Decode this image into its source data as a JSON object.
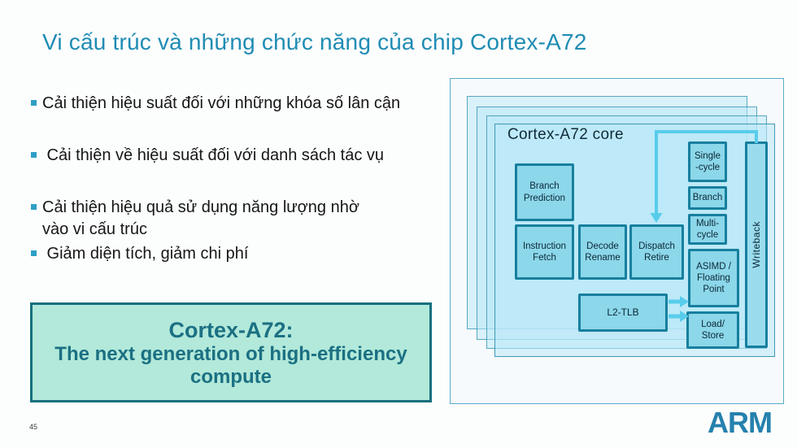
{
  "slide": {
    "title": "Vi cấu trúc và những chức năng của chip Cortex-A72",
    "bullets": [
      "Cải thiện hiệu suất đối với những khóa số lân cận",
      " Cải thiện về hiệu suất đối với danh sách tác vụ",
      "Cải thiện  hiệu quả sử dụng năng lượng nhờ vào vi cấu trúc",
      " Giảm diện tích, giảm chi phí"
    ],
    "highlight_box": {
      "heading": "Cortex-A72:",
      "body": "The next generation of high-efficiency\ncompute"
    },
    "page_number": "45",
    "logo": "ARM"
  },
  "diagram": {
    "core_label": "Cortex-A72 core",
    "blocks": {
      "branch_prediction": "Branch\nPrediction",
      "instruction_fetch": "Instruction\nFetch",
      "decode_rename": "Decode\nRename",
      "dispatch_retire": "Dispatch\nRetire",
      "single_cycle": "Single\n-cycle",
      "branch": "Branch",
      "multi_cycle": "Multi-\ncycle",
      "asimd_floating_point": "ASIMD /\nFloating\nPoint",
      "writeback": "Writeback",
      "l2_tlb": "L2-TLB",
      "load_store": "Load/\nStore"
    }
  },
  "colors": {
    "title_text": "#1f8cb4",
    "bullet_marker": "#2d9fc6",
    "body_text": "#161616",
    "highlight_fill": "#b2e9da",
    "highlight_border": "#17707f",
    "highlight_text": "#1b7082",
    "card_fill": "#cdeef8",
    "block_fill": "#8cd7ea",
    "block_border": "#177f9e",
    "arrow": "#58cdeb",
    "logo_text": "#2581ad"
  }
}
